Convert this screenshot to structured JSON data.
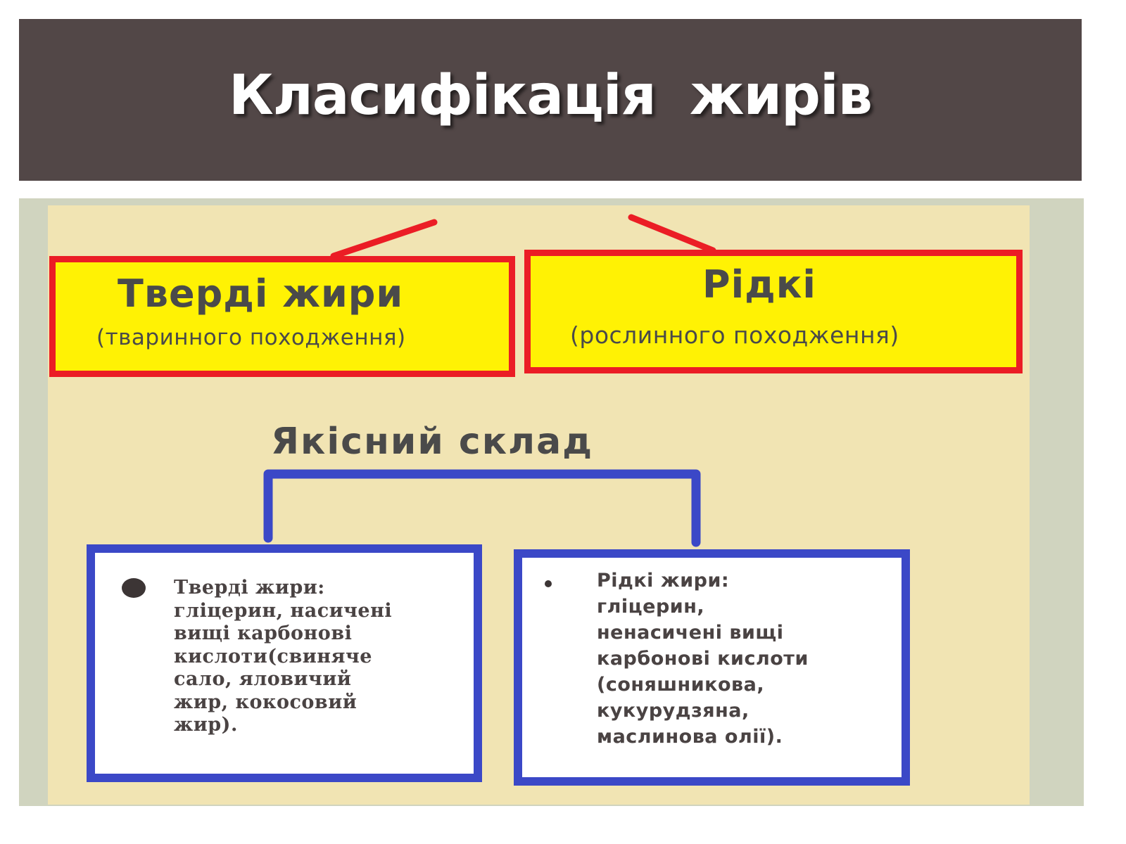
{
  "slide": {
    "title": "Класифікація  жирів"
  },
  "diagram": {
    "solid_box": {
      "title": "Тверді жири",
      "subtitle": "(тваринного походження)"
    },
    "liquid_box": {
      "title": "Рідкі",
      "subtitle": "(рослинного походження)"
    },
    "quality_label": "Якісний склад",
    "solid_detail": {
      "text": "Тверді жири:\nгліцерин, насичені\nвищі карбонові\nкислоти(свиняче\nсало, яловичий\nжир, кокосовий\nжир)."
    },
    "liquid_detail": {
      "text": "Рідкі жири:\nгліцерин,\nненасичені вищі\nкарбонові кислоти\n(соняшникова,\nкукурудзяна,\nмаслинова олії)."
    },
    "colors": {
      "title_bar": "#524747",
      "outer_panel": "#d0d4bf",
      "inner_panel": "#f1e4b3",
      "yellow_fill": "#fff204",
      "red_border": "#eb1d25",
      "blue_border": "#3b48c7"
    }
  }
}
